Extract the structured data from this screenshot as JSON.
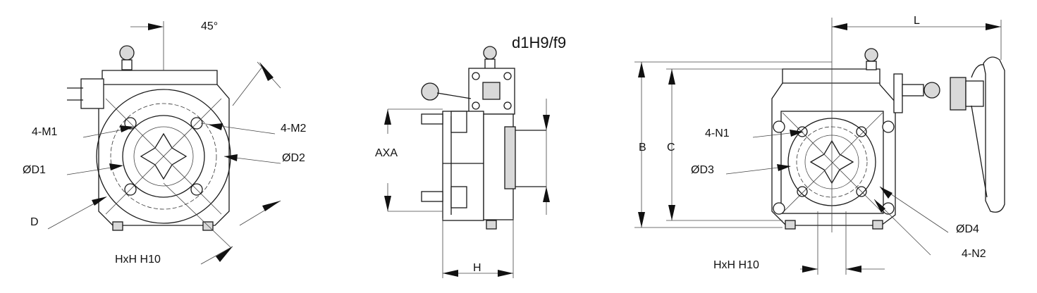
{
  "labels": {
    "angle": "45°",
    "m1": "4-M1",
    "m2": "4-M2",
    "d1": "ØD1",
    "d2": "ØD2",
    "d": "D",
    "hxh_left": "HxH H10",
    "fit": "d1H9/f9",
    "axa": "AXA",
    "h": "H",
    "b": "B",
    "c": "C",
    "l": "L",
    "n1": "4-N1",
    "d3": "ØD3",
    "d4": "ØD4",
    "n2": "4-N2",
    "hxh_right": "HxH H10"
  },
  "colors": {
    "line": "#1a1a1a",
    "shade": "#d9d9d9"
  }
}
